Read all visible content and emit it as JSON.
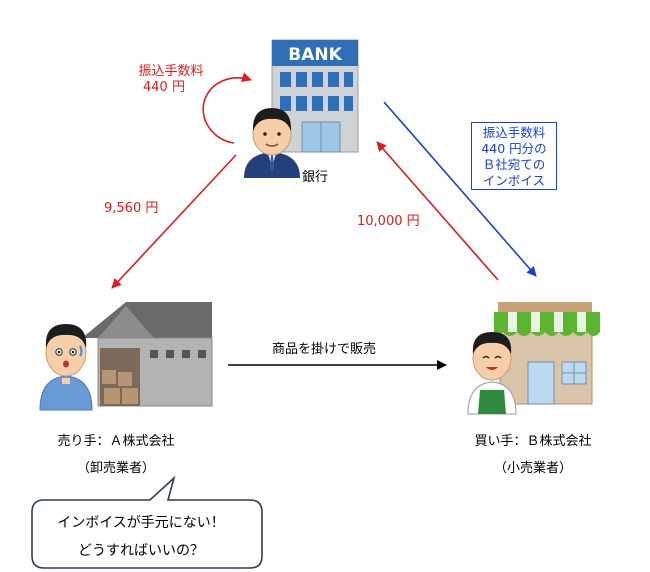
{
  "bank": {
    "sign": "BANK",
    "label": "銀行",
    "fee_label": "振込手数料",
    "fee_amount": "440 円"
  },
  "flows": {
    "bank_to_seller": "9,560 円",
    "buyer_to_bank": "10,000 円",
    "sale": "商品を掛けで販売"
  },
  "invoice_note": {
    "lines": [
      "振込手数料",
      "440 円分の",
      "Ｂ社宛ての",
      "インボイス"
    ]
  },
  "seller": {
    "label": "売り手：Ａ株式会社",
    "sub": "（卸売業者）"
  },
  "buyer": {
    "label": "買い手：Ｂ株式会社",
    "sub": "（小売業者）"
  },
  "speech": {
    "line1": "インボイスが手元にない！",
    "line2": "どうすればいいの？"
  },
  "colors": {
    "red": "#d81e1e",
    "blue": "#1a3fd1",
    "bank_sign": "#2f6fb5",
    "awning_green": "#5cb531"
  }
}
